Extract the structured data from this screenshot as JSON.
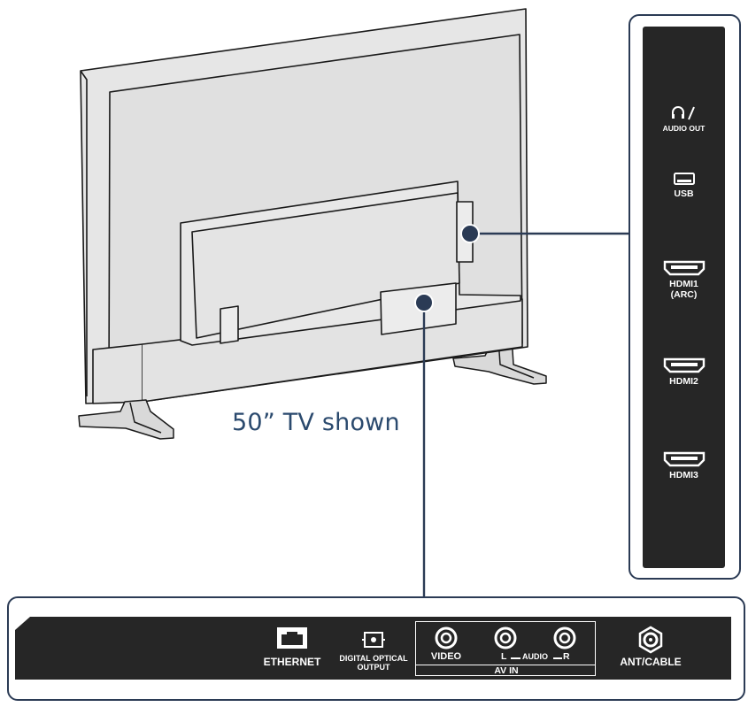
{
  "caption": "50”  TV shown",
  "side_ports": [
    {
      "icon": "headphone-icon",
      "label": "AUDIO OUT"
    },
    {
      "icon": "usb-icon",
      "label": "USB"
    },
    {
      "icon": "hdmi-icon",
      "label": "HDMI1",
      "sub": "(ARC)"
    },
    {
      "icon": "hdmi-icon",
      "label": "HDMI2"
    },
    {
      "icon": "hdmi-icon",
      "label": "HDMI3"
    }
  ],
  "bottom_ports": {
    "ethernet": {
      "icon": "ethernet-icon",
      "label": "ETHERNET"
    },
    "optical": {
      "icon": "optical-icon",
      "line1": "DIGITAL OPTICAL",
      "line2": "OUTPUT"
    },
    "video": {
      "icon": "rca-icon",
      "label": "VIDEO"
    },
    "audio_left": "L",
    "audio": "AUDIO",
    "audio_right": "R",
    "av_in": "AV IN",
    "ant": {
      "icon": "coax-icon",
      "label": "ANT/CABLE"
    }
  },
  "colors": {
    "panel": "#262626",
    "outline": "#2b3b55",
    "callout_dot": "#2b3b55",
    "caption": "#2b4a6e",
    "tv_body": "#e6e6e6"
  }
}
